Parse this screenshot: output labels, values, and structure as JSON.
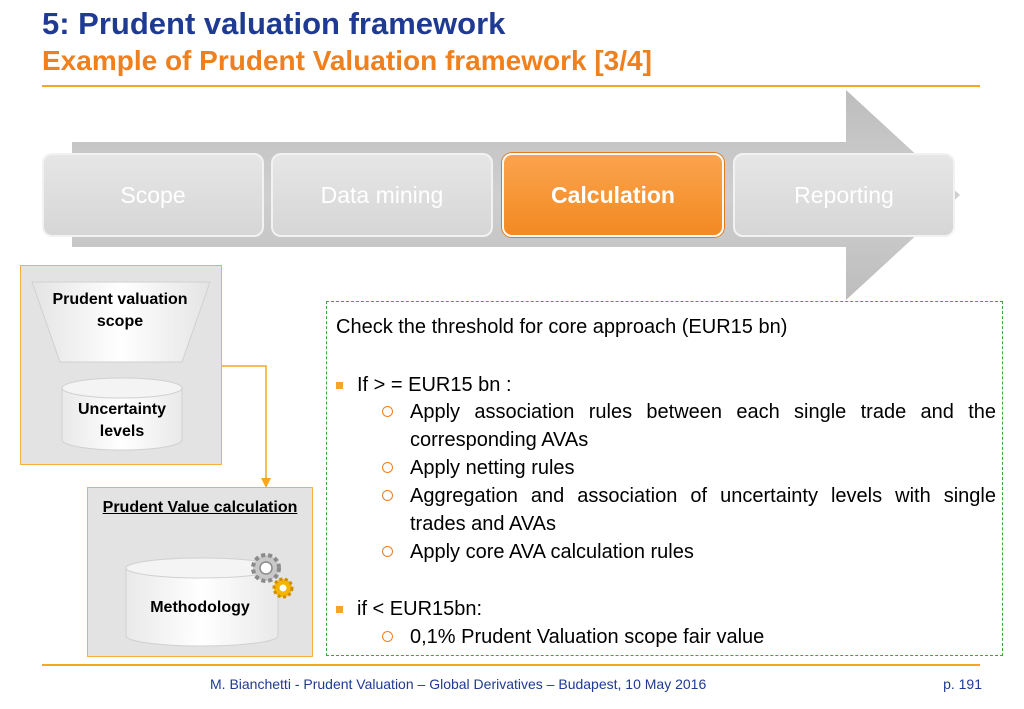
{
  "header": {
    "title": "5: Prudent valuation framework",
    "subtitle": "Example of Prudent Valuation framework [3/4]"
  },
  "process": {
    "steps": [
      {
        "label": "Scope",
        "active": false
      },
      {
        "label": "Data mining",
        "active": false
      },
      {
        "label": "Calculation",
        "active": true
      },
      {
        "label": "Reporting",
        "active": false
      }
    ]
  },
  "diagram": {
    "scope_box": {
      "trapezoid_label": "Prudent valuation scope",
      "cylinder_label": "Uncertainty levels"
    },
    "pv_box": {
      "title": "Prudent Value calculation",
      "cylinder_label": "Methodology",
      "icon": "gears-icon"
    }
  },
  "content": {
    "intro": "Check the threshold for core approach (EUR15 bn)",
    "bullets": [
      {
        "label": "If > = EUR15 bn :",
        "items": [
          "Apply association rules between each single trade and the corresponding AVAs",
          "Apply netting rules",
          "Aggregation and association of uncertainty levels with single trades and AVAs",
          "Apply core AVA calculation rules"
        ]
      },
      {
        "label": "if < EUR15bn:",
        "items": [
          "0,1% Prudent Valuation scope fair value"
        ]
      }
    ]
  },
  "footer": {
    "text": "M. Bianchetti - Prudent Valuation – Global Derivatives – Budapest, 10 May 2016",
    "page": "p. 191"
  },
  "colors": {
    "title": "#1f3a93",
    "subtitle": "#f07f1e",
    "accent": "#f5a623",
    "active_step": "#f28a22",
    "border_green": "#3fa33f"
  }
}
